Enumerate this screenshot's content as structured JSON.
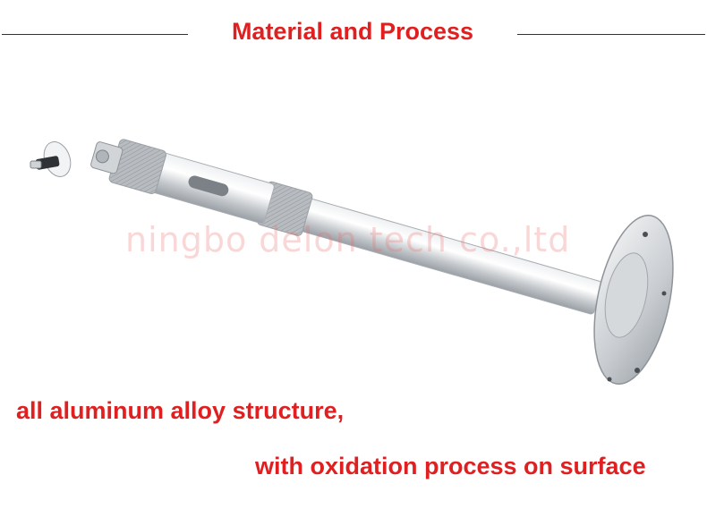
{
  "header": {
    "title": "Material and Process"
  },
  "watermark": {
    "text": "ningbo delon tech co.,ltd"
  },
  "captions": {
    "line1": "all aluminum alloy structure,",
    "line2": "with oxidation process on surface"
  },
  "colors": {
    "accent": "#e02020",
    "rule": "#333333",
    "metal": "#c9ccd0"
  }
}
